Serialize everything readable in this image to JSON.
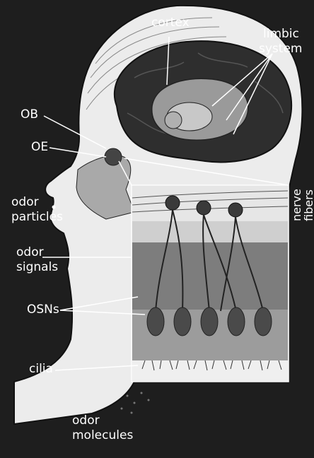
{
  "labels": {
    "cortex": "cortex",
    "limbic_system": [
      "limbic",
      "system"
    ],
    "ob": "OB",
    "oe": "OE",
    "odor_particles": [
      "odor",
      "particles"
    ],
    "nerve_fibers": [
      "nerve",
      "fibers"
    ],
    "odor_signals": [
      "odor",
      "signals"
    ],
    "osns": "OSNs",
    "cilia": "cilia",
    "odor_molecules": [
      "odor",
      "molecules"
    ]
  },
  "colors": {
    "background": "#1e1e1e",
    "head": "#ececec",
    "brain": "#2e2e2e",
    "label_text": "#ffffff"
  }
}
